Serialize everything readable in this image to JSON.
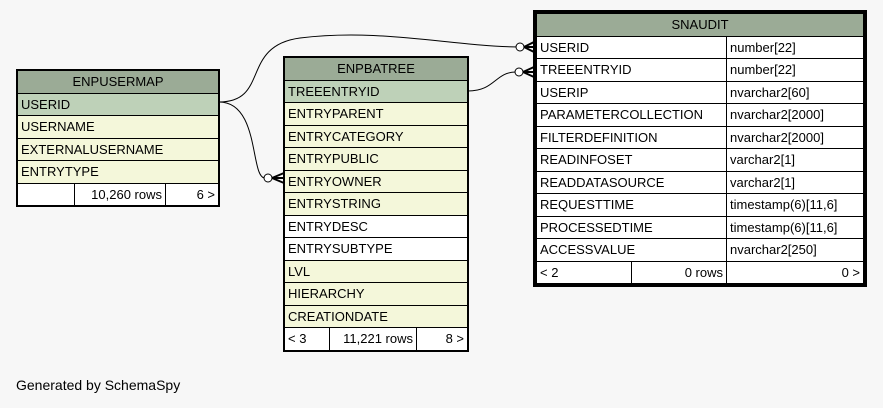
{
  "footer": "Generated by SchemaSpy",
  "tables": {
    "enpusermap": {
      "name": "ENPUSERMAP",
      "columns": [
        "USERID",
        "USERNAME",
        "EXTERNALUSERNAME",
        "ENTRYTYPE"
      ],
      "rows": "10,260 rows",
      "children": "6 >"
    },
    "enpbatree": {
      "name": "ENPBATREE",
      "columns": [
        "TREEENTRYID",
        "ENTRYPARENT",
        "ENTRYCATEGORY",
        "ENTRYPUBLIC",
        "ENTRYOWNER",
        "ENTRYSTRING",
        "ENTRYDESC",
        "ENTRYSUBTYPE",
        "LVL",
        "HIERARCHY",
        "CREATIONDATE"
      ],
      "parents": "< 3",
      "rows": "11,221 rows",
      "children": "8 >"
    },
    "snaudit": {
      "name": "SNAUDIT",
      "columns": [
        {
          "name": "USERID",
          "type": "number[22]"
        },
        {
          "name": "TREEENTRYID",
          "type": "number[22]"
        },
        {
          "name": "USERIP",
          "type": "nvarchar2[60]"
        },
        {
          "name": "PARAMETERCOLLECTION",
          "type": "nvarchar2[2000]"
        },
        {
          "name": "FILTERDEFINITION",
          "type": "nvarchar2[2000]"
        },
        {
          "name": "READINFOSET",
          "type": "varchar2[1]"
        },
        {
          "name": "READDATASOURCE",
          "type": "varchar2[1]"
        },
        {
          "name": "REQUESTTIME",
          "type": "timestamp(6)[11,6]"
        },
        {
          "name": "PROCESSEDTIME",
          "type": "timestamp(6)[11,6]"
        },
        {
          "name": "ACCESSVALUE",
          "type": "nvarchar2[250]"
        }
      ],
      "parents": "< 2",
      "rows": "0 rows",
      "children": "0 >"
    }
  }
}
